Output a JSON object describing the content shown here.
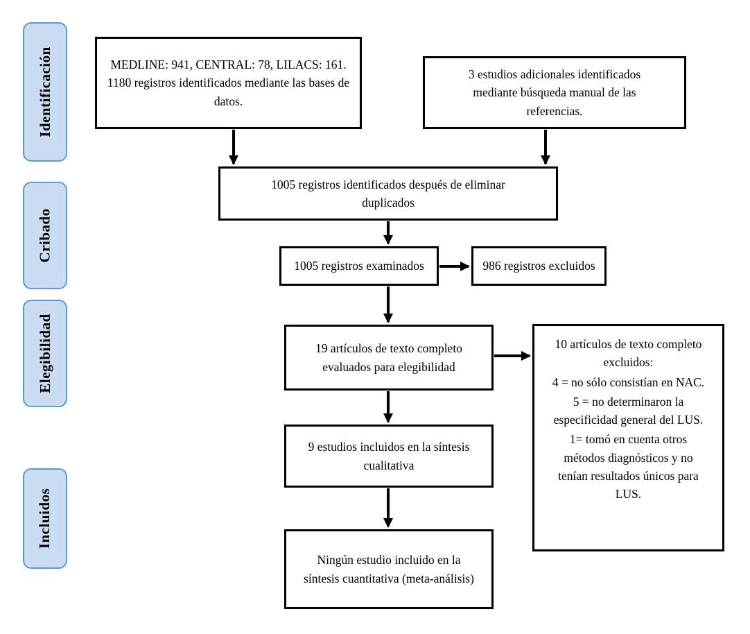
{
  "diagram": {
    "title": "PRISMA flow diagram (Spanish)",
    "stages": [
      {
        "label": "Identificación"
      },
      {
        "label": "Cribado"
      },
      {
        "label": "Elegibilidad"
      },
      {
        "label": "Incluidos"
      }
    ],
    "boxes": {
      "databases": {
        "line1": "MEDLINE: 941, CENTRAL: 78, LILACS: 161.",
        "line2": "1180 registros identificados mediante las bases de datos."
      },
      "manual": {
        "text": "3 estudios adicionales identificados mediante búsqueda manual de las referencias."
      },
      "dedup": {
        "text": "1005 registros identificados después de eliminar duplicados"
      },
      "screened": {
        "text": "1005 registros examinados"
      },
      "excluded": {
        "text": "986 registros excluidos"
      },
      "fulltext": {
        "text": "19 artículos de texto completo evaluados para elegibilidad"
      },
      "exclusions": {
        "title": "10 artículos de texto completo excluidos:",
        "reasons": [
          "4 = no sólo consistían en NAC.",
          "5 = no determinaron la especificidad general del LUS.",
          "1= tomó en cuenta otros métodos diagnósticos y no tenían resultados únicos para LUS."
        ]
      },
      "qualitative": {
        "text": "9 estudios incluidos en la síntesis cualitativa"
      },
      "quantitative": {
        "text": "Ningún estudio incluido en la síntesis cuantitativa (meta-análisis)"
      }
    },
    "colors": {
      "stage_fill": "#cbdcf2",
      "stage_border": "#5b9bd5",
      "box_border": "#000000",
      "arrow": "#000000",
      "background": "#ffffff"
    }
  }
}
